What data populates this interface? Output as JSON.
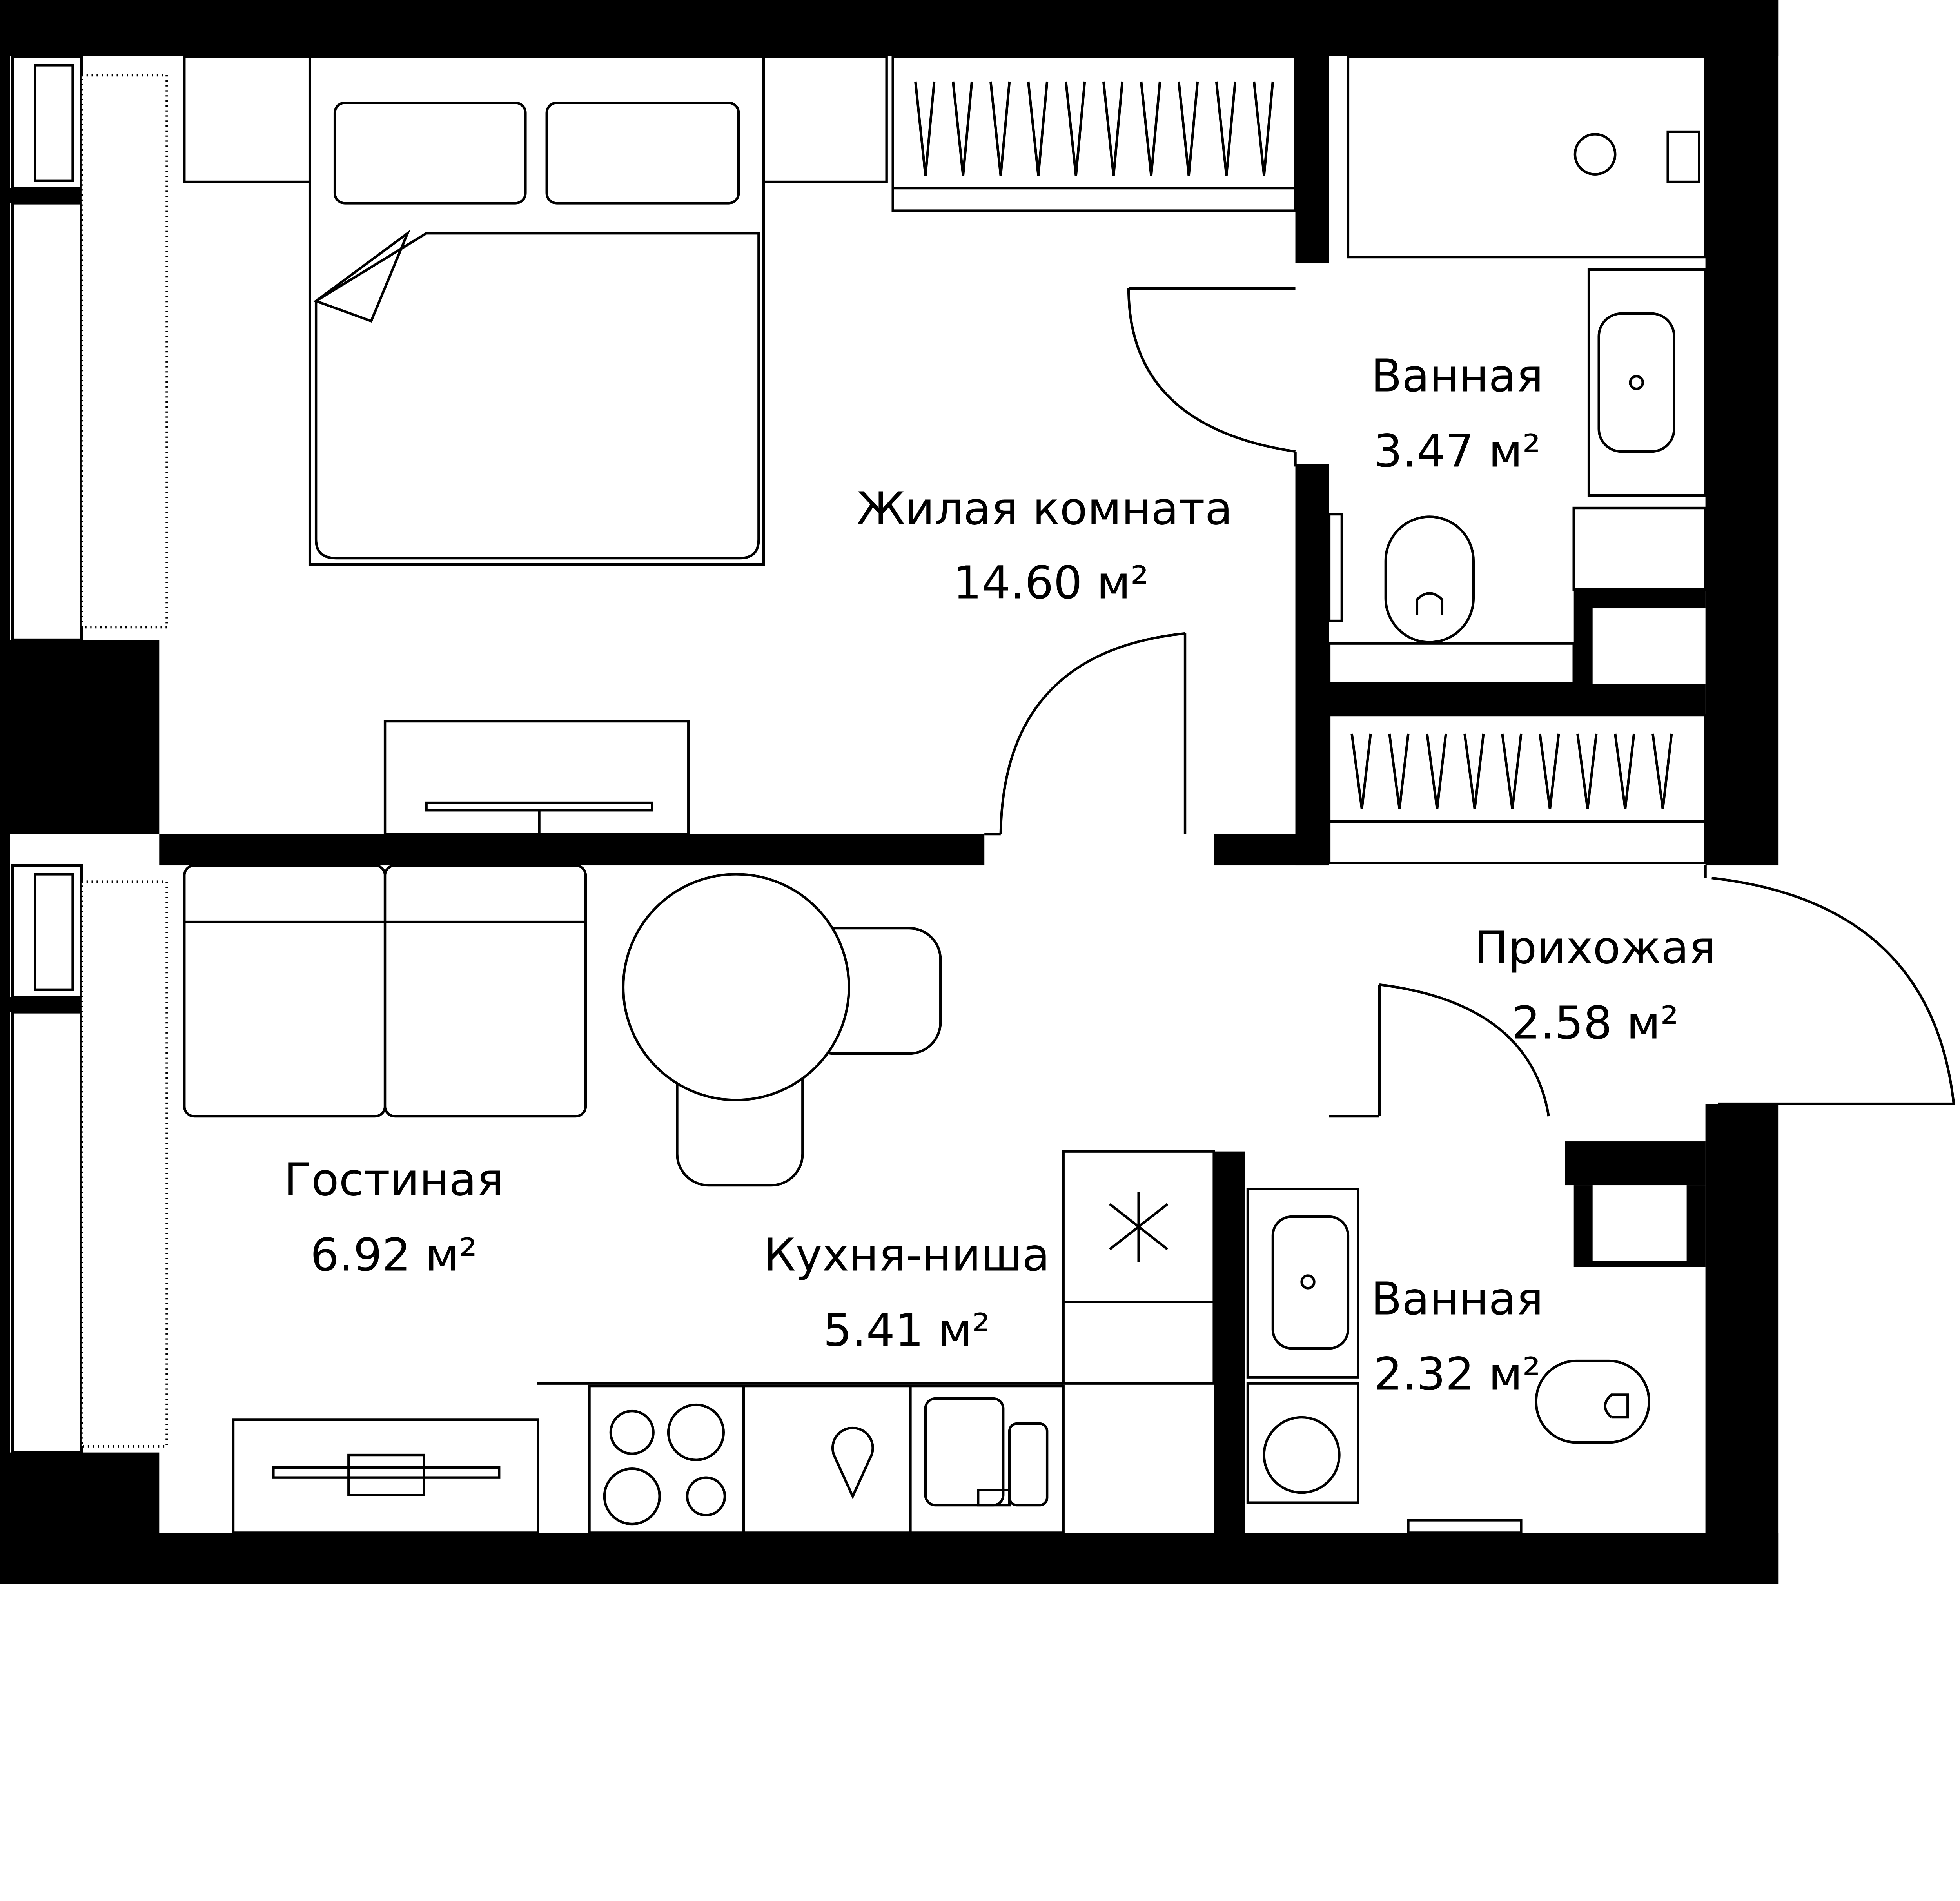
{
  "rooms": [
    {
      "name": "Жилая комната",
      "area": "14.60 м²"
    },
    {
      "name": "Ванная",
      "area": "3.47 м²"
    },
    {
      "name": "Прихожая",
      "area": "2.58 м²"
    },
    {
      "name": "Гостиная",
      "area": "6.92 м²"
    },
    {
      "name": "Кухня-ниша",
      "area": "5.41 м²"
    },
    {
      "name": "Ванная",
      "area": "2.32 м²"
    }
  ],
  "colors": {
    "wall": "#000000",
    "background": "#ffffff"
  }
}
